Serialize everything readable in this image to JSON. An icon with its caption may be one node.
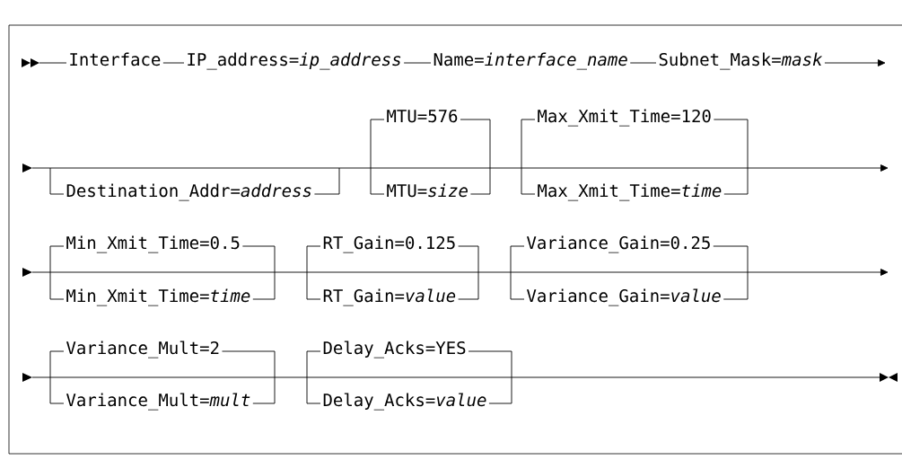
{
  "diagram": {
    "nodes": [
      {
        "text": [
          "Interface"
        ]
      },
      {
        "text": [
          "IP_address=*ip_address*"
        ]
      },
      {
        "text": [
          "Name=*interface_name*"
        ]
      },
      {
        "text": [
          "Subnet_Mask=*mask*"
        ]
      },
      {
        "text": [
          "Destination_Addr=*address*"
        ]
      },
      {
        "text": [
          "MTU=576"
        ]
      },
      {
        "text": [
          "MTU=*size*"
        ]
      },
      {
        "text": [
          "Max_Xmit_Time=120"
        ]
      },
      {
        "text": [
          "Max_Xmit_Time=*time*"
        ]
      },
      {
        "text": [
          "Min_Xmit_Time=0.5"
        ]
      },
      {
        "text": [
          "Min_Xmit_Time=*time*"
        ]
      },
      {
        "text": [
          "RT_Gain=0.125"
        ]
      },
      {
        "text": [
          "RT_Gain=*value*"
        ]
      },
      {
        "text": [
          "Variance_Gain=0.25"
        ]
      },
      {
        "text": [
          "Variance_Gain=*value*"
        ]
      },
      {
        "text": [
          "Variance_Mult=2"
        ]
      },
      {
        "text": [
          "Variance_Mult=*mult*"
        ]
      },
      {
        "text": [
          "Delay_Acks=YES"
        ]
      },
      {
        "text": [
          "Delay_Acks=*value*"
        ]
      }
    ],
    "edges": [
      {
        "from": 0,
        "to": 1,
        "arrow": "none"
      },
      {
        "from": 1,
        "to": 2,
        "arrow": "none"
      },
      {
        "from": 2,
        "to": 3,
        "arrow": "none"
      },
      {
        "from": 3,
        "to": null,
        "arrow": "to"
      }
    ]
  }
}
